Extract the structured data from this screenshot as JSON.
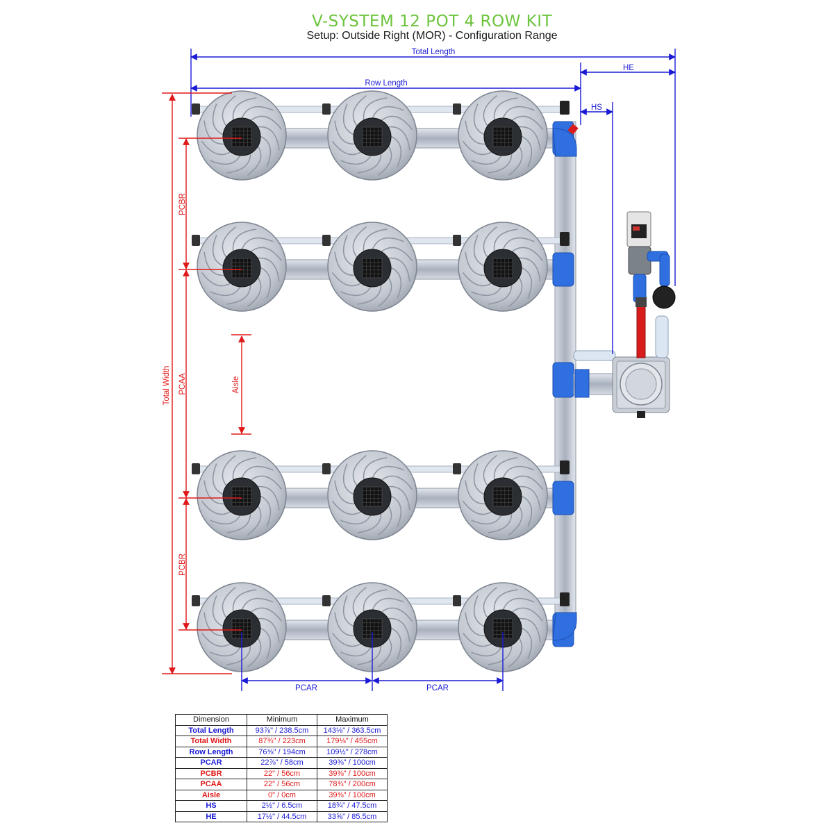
{
  "header": {
    "title": "V-SYSTEM 12 POT 4 ROW KIT",
    "subtitle": "Setup: Outside Right (MOR) - Configuration Range"
  },
  "labels": {
    "total_length": "Total Length",
    "row_length": "Row Length",
    "he": "HE",
    "hs": "HS",
    "total_width": "Total Width",
    "pcbr_top": "PCBR",
    "pcaa": "PCAA",
    "aisle": "Aisle",
    "pcbr_bottom": "PCBR",
    "pcar_left": "PCAR",
    "pcar_right": "PCAR"
  },
  "colors": {
    "title_green": "#6cc43c",
    "dimension_blue": "#1a1ad6",
    "dimension_red": "#e01818",
    "pipe_blue": "#2f6fe0",
    "pot_grey": "#c4c9d1"
  },
  "table": {
    "headers": [
      "Dimension",
      "Minimum",
      "Maximum"
    ],
    "rows": [
      {
        "name": "Total Length",
        "min": "93⅞\" / 238.5cm",
        "max": "143⅛\" / 363.5cm",
        "color": "blue"
      },
      {
        "name": "Total Width",
        "min": "87¾\" / 223cm",
        "max": "179⅛\" / 455cm",
        "color": "red"
      },
      {
        "name": "Row Length",
        "min": "76⅜\" / 194cm",
        "max": "109½\" / 278cm",
        "color": "blue"
      },
      {
        "name": "PCAR",
        "min": "22⅞\" / 58cm",
        "max": "39⅜\" / 100cm",
        "color": "blue"
      },
      {
        "name": "PCBR",
        "min": "22\" / 56cm",
        "max": "39⅜\" / 100cm",
        "color": "red"
      },
      {
        "name": "PCAA",
        "min": "22\" / 56cm",
        "max": "78¾\" / 200cm",
        "color": "red"
      },
      {
        "name": "Aisle",
        "min": "0\" / 0cm",
        "max": "39⅜\" / 100cm",
        "color": "red"
      },
      {
        "name": "HS",
        "min": "2½\" / 6.5cm",
        "max": "18¾\" / 47.5cm",
        "color": "blue"
      },
      {
        "name": "HE",
        "min": "17½\" / 44.5cm",
        "max": "33⅝\" / 85.5cm",
        "color": "blue"
      }
    ]
  }
}
